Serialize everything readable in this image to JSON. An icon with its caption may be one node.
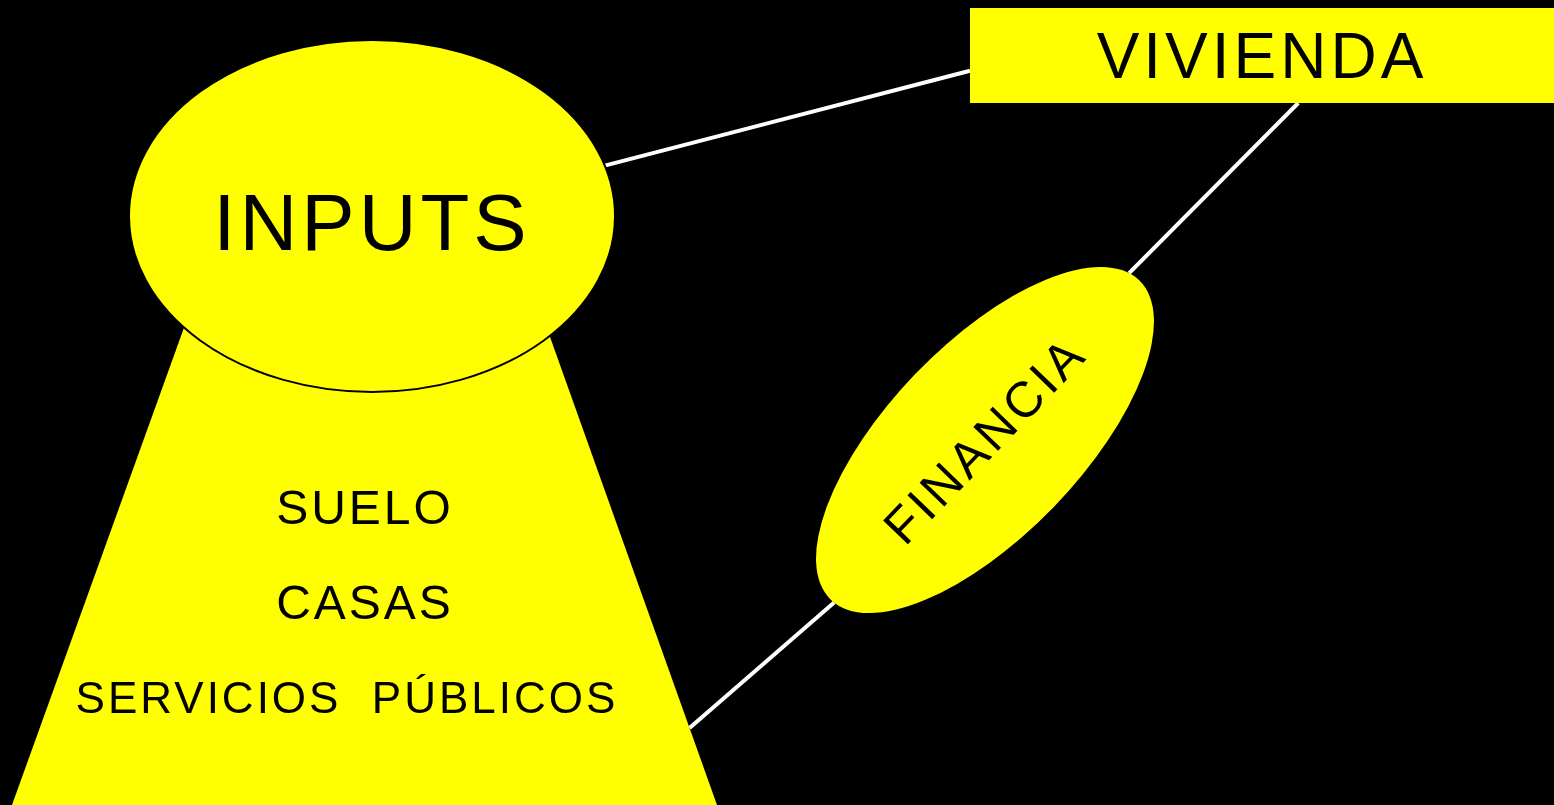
{
  "diagram": {
    "nodes": [
      {
        "text": [
          "INPUTS"
        ]
      },
      {
        "text": [
          "SUELO",
          "CASAS",
          "SERVICIOS  PÚBLICOS"
        ]
      },
      {
        "text": [
          "VIVIENDA"
        ]
      },
      {
        "text": [
          "FINANCIA"
        ]
      }
    ],
    "edges": [
      {
        "from": 0,
        "to": 2,
        "arrow": "none"
      },
      {
        "from": 2,
        "to": 3,
        "arrow": "none"
      },
      {
        "from": 3,
        "to": 1,
        "arrow": "none"
      }
    ]
  }
}
